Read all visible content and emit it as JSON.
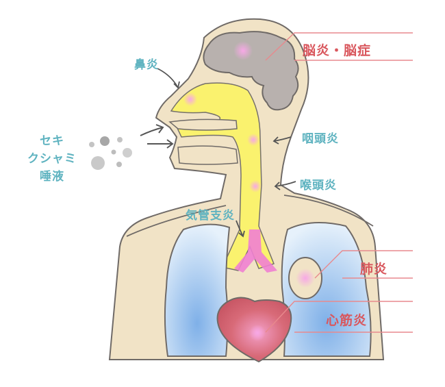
{
  "labels": {
    "nose": "鼻炎",
    "brain": "脳炎・脳症",
    "pharynx": "咽頭炎",
    "larynx": "喉頭炎",
    "bronchitis": "気管支炎",
    "pneumonia": "肺炎",
    "myocarditis": "心筋炎",
    "droplets": [
      "セキ",
      "クシャミ",
      "唾液"
    ]
  },
  "colors": {
    "teal_label": "#5fb3c0",
    "red_label": "#d9575d",
    "airway": "#fbf36a",
    "inflammation": "#f07fd2",
    "brain": "#b8b1ae",
    "lung": "#a9cdf0",
    "heart": "#d96a7a",
    "skin": "#f1e3c6"
  }
}
